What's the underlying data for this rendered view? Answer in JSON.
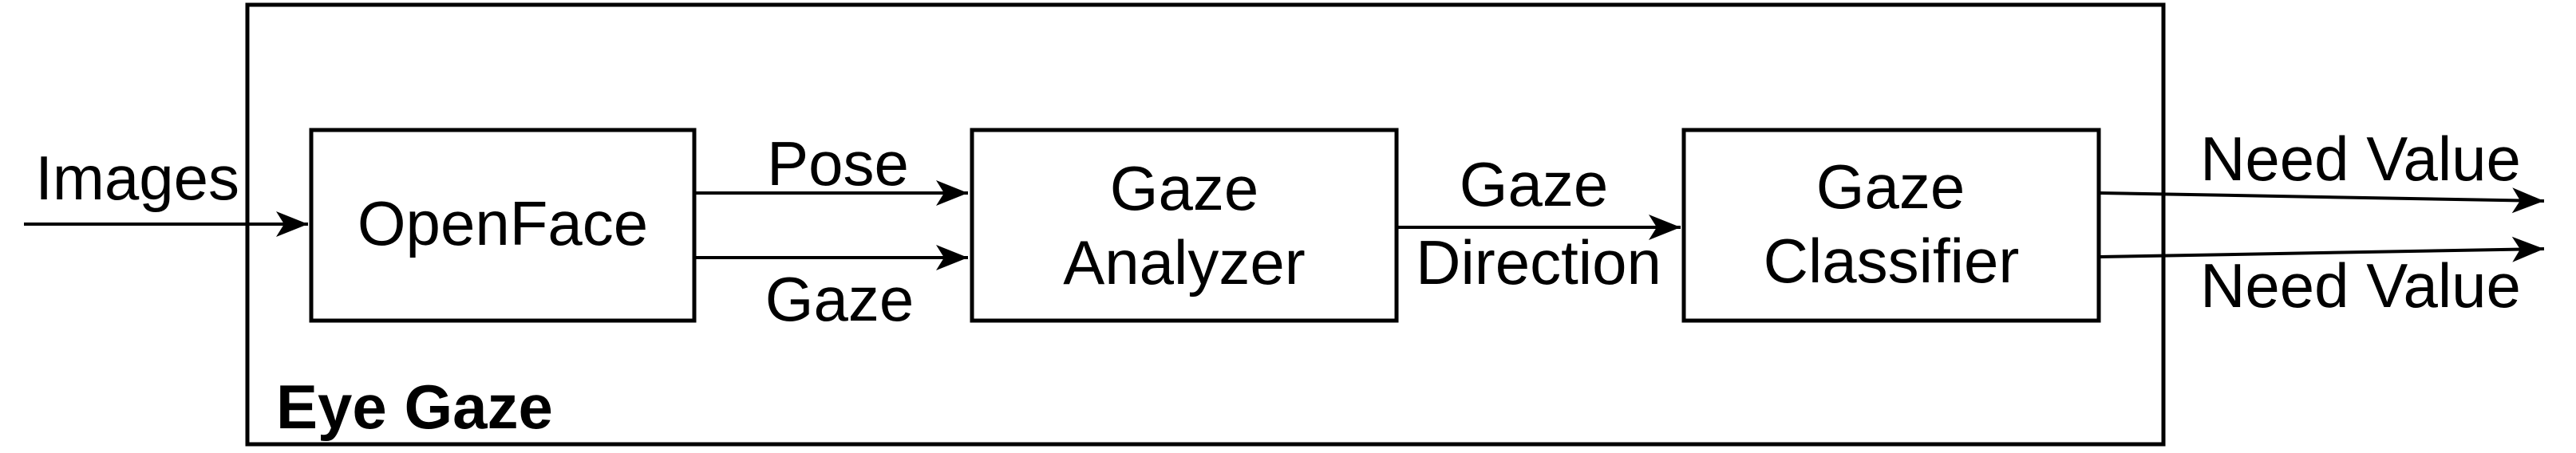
{
  "diagram": {
    "colors": {
      "background": "#ffffff",
      "stroke": "#000000",
      "text": "#000000"
    },
    "container": {
      "label": "Eye Gaze"
    },
    "input": {
      "label": "Images"
    },
    "nodes": {
      "openface": {
        "label": "OpenFace"
      },
      "gaze_analyzer": {
        "line1": "Gaze",
        "line2": "Analyzer"
      },
      "gaze_classifier": {
        "line1": "Gaze",
        "line2": "Classifier"
      }
    },
    "edges": {
      "pose": {
        "label": "Pose"
      },
      "gaze": {
        "label": "Gaze"
      },
      "gaze_direction": {
        "line1": "Gaze",
        "line2": "Direction"
      },
      "need_value_top": {
        "label": "Need Value"
      },
      "need_value_bottom": {
        "label": "Need Value"
      }
    }
  }
}
